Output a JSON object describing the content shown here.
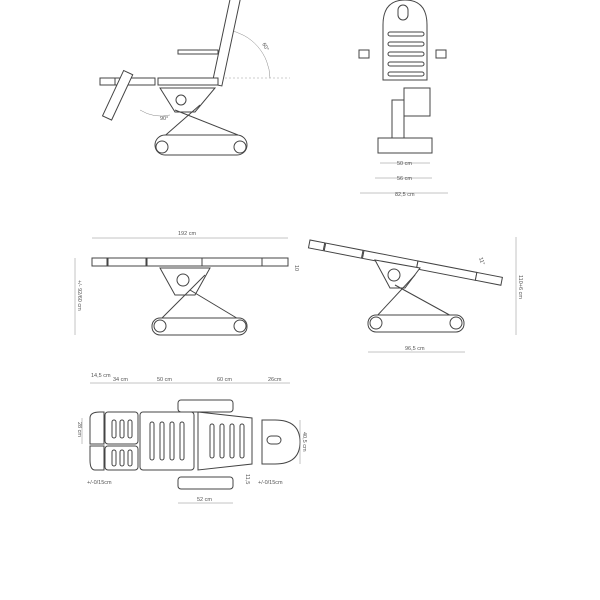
{
  "views": {
    "side_chair": {
      "angles": {
        "backrest": "60°",
        "leg": "90°"
      }
    },
    "front": {
      "dims": {
        "inner": "50 cm",
        "base": "56 cm",
        "overall": "82,5 cm"
      }
    },
    "side_flat": {
      "dims": {
        "length": "192 cm",
        "height": "+/- 92/60 cm",
        "pad": "10"
      }
    },
    "side_tilt": {
      "dims": {
        "height": "110+6 cm",
        "base": "96,5 cm",
        "angle": "11°"
      }
    },
    "top": {
      "dims": {
        "foot": "14,5 cm",
        "leg": "34 cm",
        "seat": "50 cm",
        "back": "60 cm",
        "head": "26cm",
        "leg_width": "28 cm",
        "head_width": "40,5 cm",
        "armrest_width": "52 cm",
        "armrest_gap": "11,5",
        "adjust_left": "+/-0/15cm",
        "adjust_right": "+/-0/15cm"
      }
    }
  }
}
